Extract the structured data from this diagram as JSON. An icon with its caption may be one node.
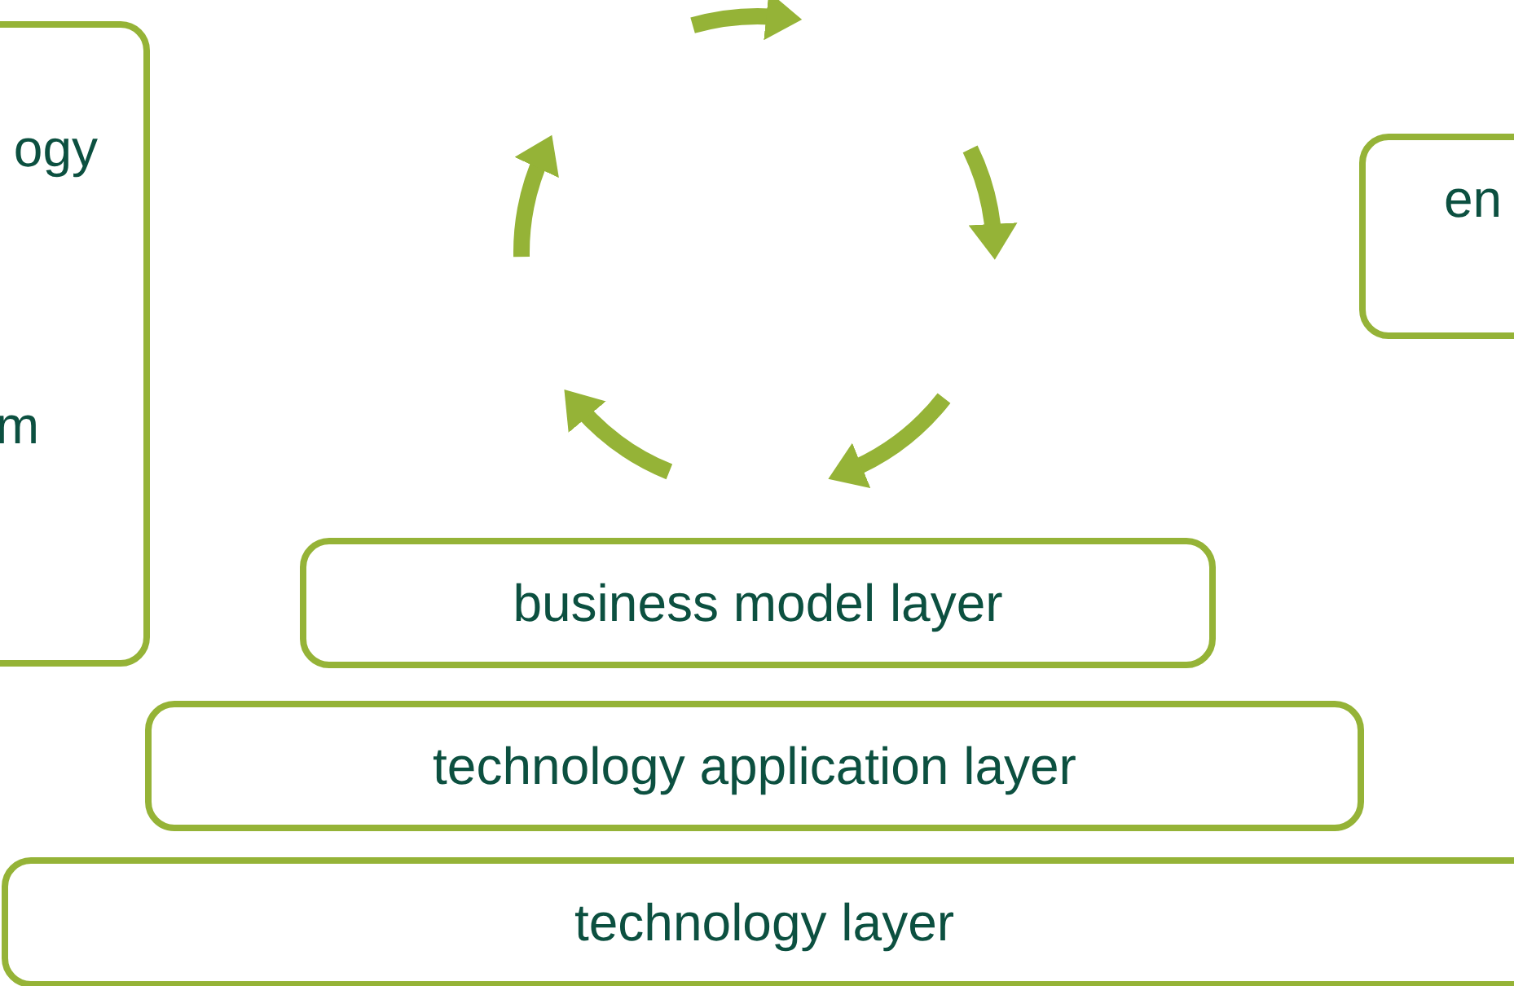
{
  "diagram": {
    "nodes": [
      {
        "text": [
          "ogy",
          "m"
        ]
      },
      {
        "text": [
          "en"
        ]
      },
      {
        "text": [
          "business model layer"
        ]
      },
      {
        "text": [
          "technology application layer"
        ]
      },
      {
        "text": [
          "technology layer"
        ]
      }
    ]
  }
}
